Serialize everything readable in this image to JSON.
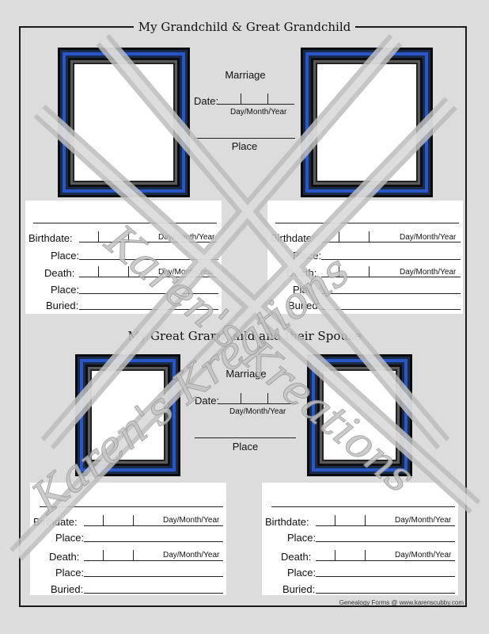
{
  "titles": {
    "top": "My Grandchild & Great Grandchild",
    "bottom": "My Great Grandchild and their Spouse"
  },
  "marriage": {
    "heading": "Marriage",
    "date_label": "Date:",
    "date_hint": "Day/Month/Year",
    "place_label": "Place"
  },
  "record_labels": {
    "birthdate": "Birthdate:",
    "place": "Place:",
    "death": "Death:",
    "buried": "Buried:",
    "date_hint": "Day/Month/Year"
  },
  "footer": "Genealogy Forms @ www.karenscubby.com",
  "watermark": "Karen's Kreations"
}
